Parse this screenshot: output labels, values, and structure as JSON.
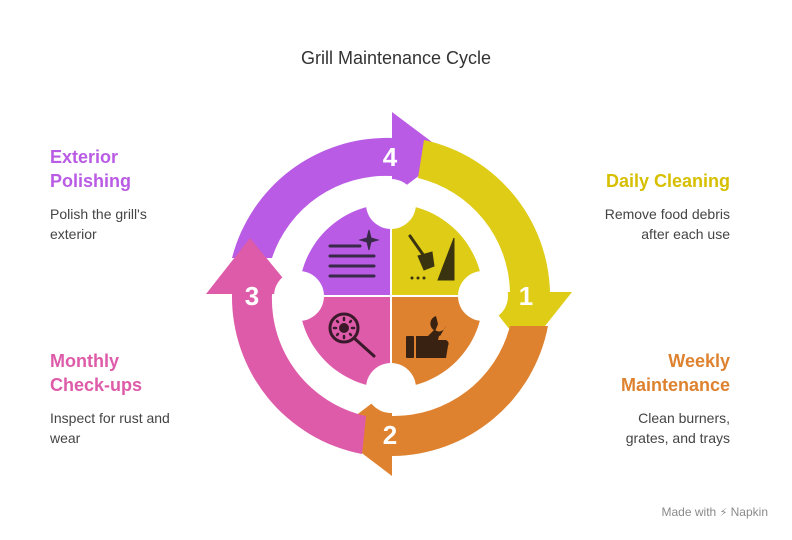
{
  "title": "Grill Maintenance Cycle",
  "colors": {
    "step1": "#DFCC16",
    "step2": "#DE8230",
    "step3": "#DE5BA9",
    "step4": "#B95BE4"
  },
  "steps": [
    {
      "number": "1",
      "heading_line1": "Daily Cleaning",
      "heading_line2": "",
      "desc_line1": "Remove food debris",
      "desc_line2": "after each use",
      "icon": "broom-dustpan-icon"
    },
    {
      "number": "2",
      "heading_line1": "Weekly",
      "heading_line2": "Maintenance",
      "desc_line1": "Clean burners,",
      "desc_line2": "grates, and trays",
      "icon": "wrench-thumbs-up-icon"
    },
    {
      "number": "3",
      "heading_line1": "Monthly",
      "heading_line2": "Check-ups",
      "desc_line1": "Inspect for rust and",
      "desc_line2": "wear",
      "icon": "magnifier-gear-icon"
    },
    {
      "number": "4",
      "heading_line1": "Exterior",
      "heading_line2": "Polishing",
      "desc_line1": "Polish the grill's",
      "desc_line2": "exterior",
      "icon": "sparkle-lines-icon"
    }
  ],
  "footer": {
    "made_with": "Made with",
    "brand": "Napkin"
  }
}
